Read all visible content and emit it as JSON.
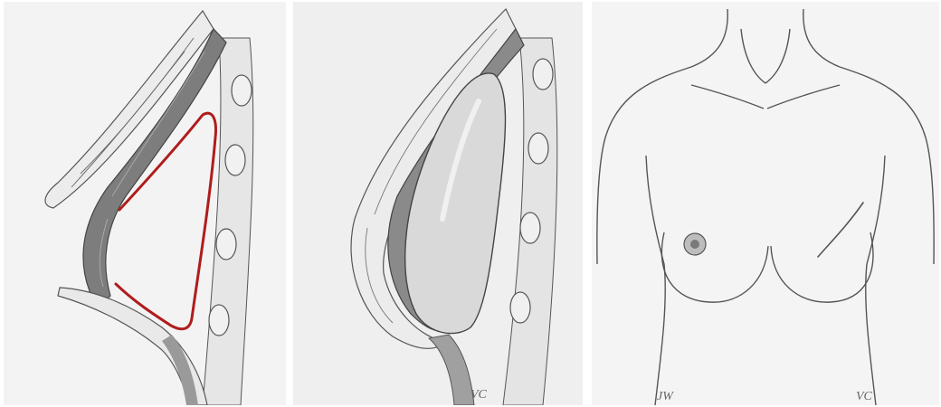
{
  "panels": [
    {
      "id": "sagittal-pocket-outline",
      "signature": ""
    },
    {
      "id": "sagittal-implant-placed",
      "signature": "VC"
    },
    {
      "id": "frontal-torso-incision",
      "signature_left": "JW",
      "signature_right": "VC"
    }
  ],
  "colors": {
    "pocket_outline": "#b01c1c",
    "line_art": "#4a4a4a",
    "muscle_fill": "#7d7d7d",
    "implant_fill": "#d9d9d9",
    "incision": "#555555"
  }
}
